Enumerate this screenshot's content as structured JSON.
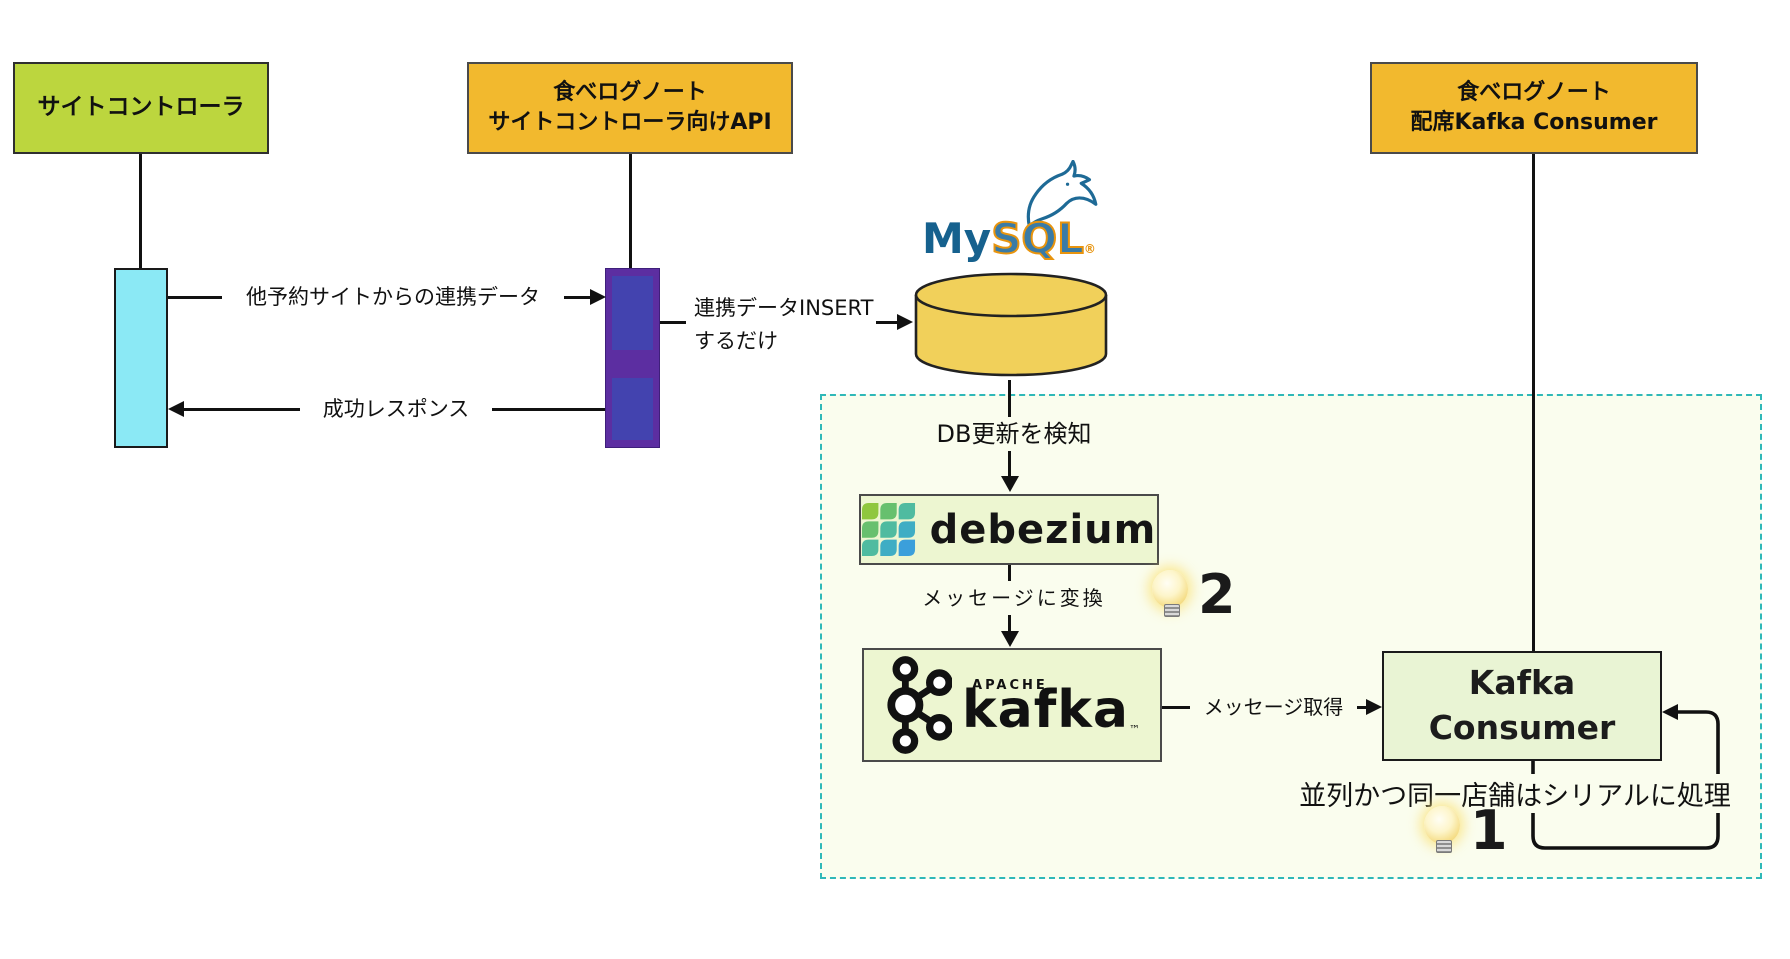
{
  "actors": {
    "site_controller": {
      "label": "サイトコントローラ"
    },
    "api": {
      "line1": "食べログノート",
      "line2": "サイトコントローラ向けAPI"
    },
    "seating_consumer": {
      "line1": "食べログノート",
      "line2": "配席Kafka Consumer"
    }
  },
  "messages": {
    "to_api": "他予約サイトからの連携データ",
    "response": "成功レスポンス",
    "insert_line1": "連携データINSERT",
    "insert_line2": "するだけ",
    "db_detect": "DB更新を検知",
    "to_message": "メッセージに変換",
    "get_message": "メッセージ取得",
    "parallel_note": "並列かつ同一店舗はシリアルに処理"
  },
  "nodes": {
    "mysql": {
      "brand_my": "My",
      "brand_sql": "SQL",
      "reg_mark": "®"
    },
    "debezium": {
      "label": "debezium"
    },
    "kafka": {
      "apache": "APACHE",
      "label": "kafka",
      "tm": "™"
    },
    "kafka_consumer": {
      "line1": "Kafka",
      "line2": "Consumer"
    }
  },
  "badges": {
    "idea2": "2",
    "idea1": "1"
  },
  "colors": {
    "actor_green": "#bcd63e",
    "actor_orange": "#f2b92e",
    "activation_cyan": "#8be9f5",
    "activation_purple": "#5c2ea1",
    "activation_indigo": "#4343af",
    "region_border_teal": "#2fb8b8",
    "region_fill": "#fafdee",
    "tech_node_fill": "#edf6d1",
    "consumer_fill": "#e9f4d4",
    "cylinder_gold": "#f1d05a",
    "mysql_blue": "#16618e",
    "mysql_orange": "#e8940e"
  }
}
